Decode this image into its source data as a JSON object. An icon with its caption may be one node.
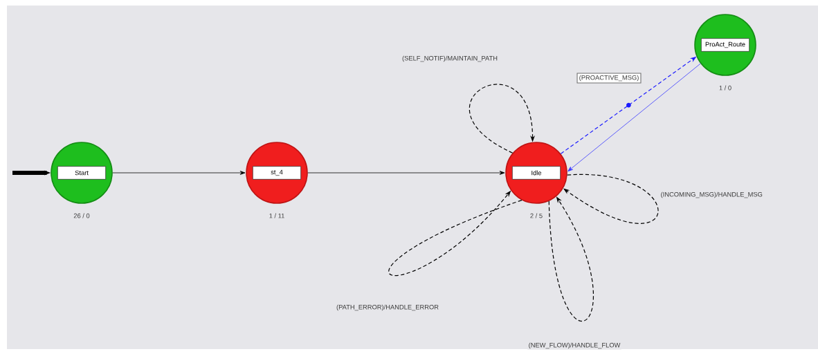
{
  "diagram": {
    "nodes": [
      {
        "text": [
          "Start"
        ],
        "beside": [
          "26 / 0"
        ]
      },
      {
        "text": [
          "st_4"
        ],
        "beside": [
          "1 / 11"
        ]
      },
      {
        "text": [
          "Idle"
        ],
        "beside": [
          "2 / 5"
        ]
      },
      {
        "text": [
          "ProAct_Route"
        ],
        "beside": [
          "1 / 0"
        ]
      }
    ],
    "edges": [
      {
        "from": null,
        "to": 0,
        "arrow": "to",
        "style": "thick"
      },
      {
        "from": 0,
        "to": 1,
        "arrow": "to"
      },
      {
        "from": 1,
        "to": 2,
        "arrow": "to"
      },
      {
        "from": 2,
        "to": 2,
        "arrow": "to",
        "style": "dashed",
        "label": "(SELF_NOTIF)/MAINTAIN_PATH"
      },
      {
        "from": 2,
        "to": 2,
        "arrow": "to",
        "style": "dashed",
        "label": "(INCOMING_MSG)/HANDLE_MSG"
      },
      {
        "from": 2,
        "to": 2,
        "arrow": "to",
        "style": "dashed",
        "label": "(PATH_ERROR)/HANDLE_ERROR"
      },
      {
        "from": 2,
        "to": 2,
        "arrow": "to",
        "style": "dashed",
        "label": "(NEW_FLOW)/HANDLE_FLOW"
      },
      {
        "from": 2,
        "to": 3,
        "arrow": "to",
        "style": "dashed",
        "color": "#1a1aff",
        "label": "(PROACTIVE_MSG)"
      },
      {
        "from": 3,
        "to": 2,
        "arrow": "to",
        "color": "#3a3aff"
      }
    ]
  }
}
